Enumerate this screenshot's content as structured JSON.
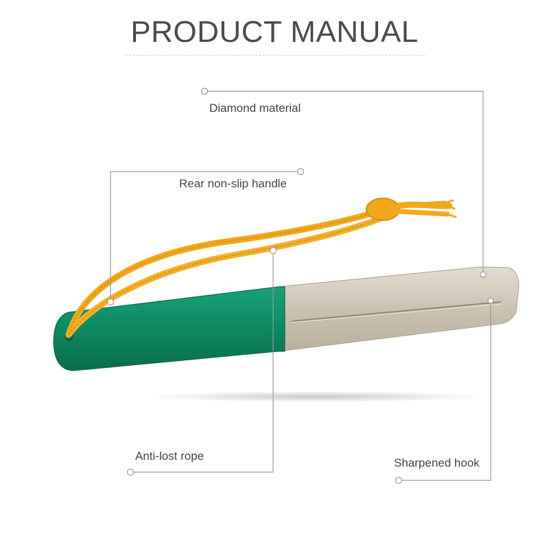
{
  "title": "PRODUCT MANUAL",
  "callouts": {
    "diamond_material": "Diamond material",
    "rear_handle": "Rear non-slip handle",
    "anti_lost_rope": "Anti-lost rope",
    "sharpened_hook": "Sharpened hook"
  },
  "colors": {
    "handle": "#0f8a64",
    "rope": "#f2a81c",
    "blade": "#cfc7b6",
    "leader_line": "#9a9a9a"
  }
}
